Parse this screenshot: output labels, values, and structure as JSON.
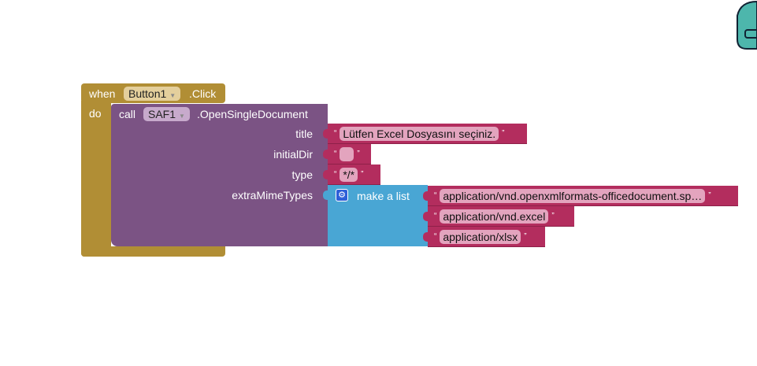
{
  "event": {
    "when": "when",
    "component": "Button1",
    "event": ".Click",
    "do": "do"
  },
  "call": {
    "call": "call",
    "component": "SAF1",
    "method": ".OpenSingleDocument",
    "params": {
      "title": "title",
      "initialDir": "initialDir",
      "type": "type",
      "extraMimeTypes": "extraMimeTypes"
    }
  },
  "values": {
    "title": "Lütfen Excel Dosyasını seçiniz.",
    "initialDir": "",
    "type": "*/*"
  },
  "list": {
    "label": "make a list",
    "items": [
      "application/vnd.openxmlformats-officedocument.sp…",
      "application/vnd.excel",
      "application/xlsx"
    ]
  },
  "quotes": {
    "open": "“",
    "close": "”"
  }
}
